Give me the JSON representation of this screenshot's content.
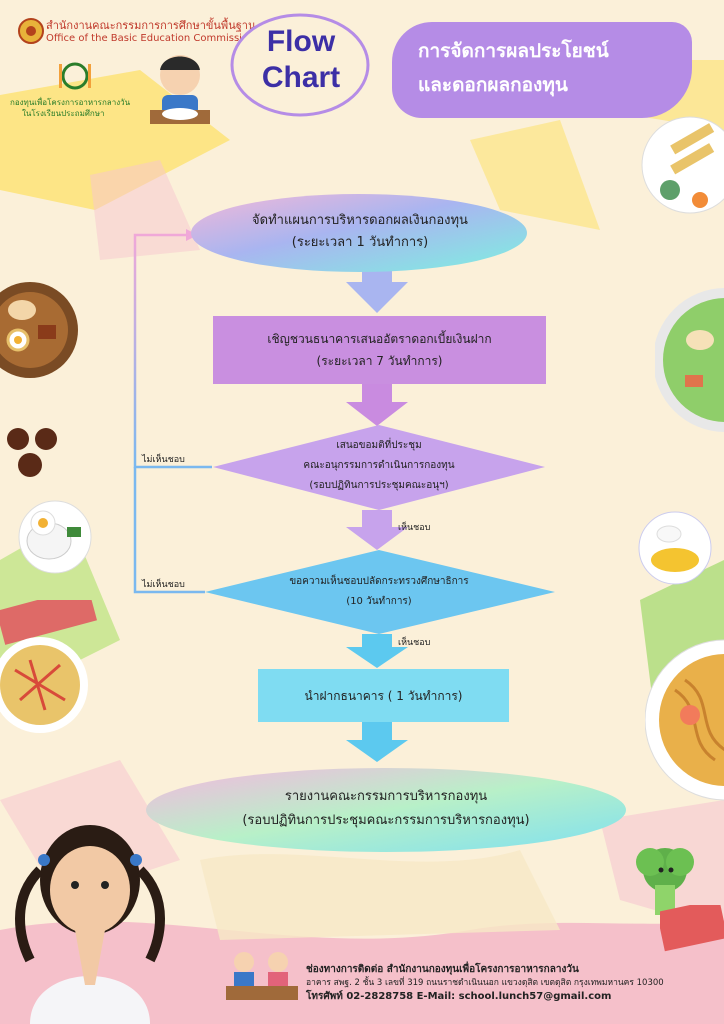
{
  "header": {
    "org_thai": "สำนักงานคณะกรรมการการศึกษาขั้นพื้นฐาน",
    "org_en": "Office of the Basic Education Commission",
    "fund_line1": "กองทุนเพื่อโครงการอาหารกลางวัน",
    "fund_line2": "ในโรงเรียนประถมศึกษา",
    "flow_word1": "Flow",
    "flow_word2": "Chart",
    "title_line1": "การจัดการผลประโยชน์",
    "title_line2": "และดอกผลกองทุน"
  },
  "flow": {
    "step1_line1": "จัดทำแผนการบริหารดอกผลเงินกองทุน",
    "step1_line2": "(ระยะเวลา 1 วันทำการ)",
    "step2_line1": "เชิญชวนธนาคารเสนออัตราดอกเบี้ยเงินฝาก",
    "step2_line2": "(ระยะเวลา 7 วันทำการ)",
    "decision1_line1": "เสนอขอมติที่ประชุม",
    "decision1_line2": "คณะอนุกรรมการดำเนินการกองทุน",
    "decision1_line3": "(รอบปฏิทินการประชุมคณะอนุฯ)",
    "decision2_line1": "ขอความเห็นชอบปลัดกระทรวงศึกษาธิการ",
    "decision2_line2": "(10 วันทำการ)",
    "step3": "นำฝากธนาคาร ( 1 วันทำการ)",
    "step4_line1": "รายงานคณะกรรมการบริหารกองทุน",
    "step4_line2": "(รอบปฏิทินการประชุมคณะกรรมการบริหารกองทุน)",
    "label_disagree1": "ไม่เห็นชอบ",
    "label_disagree2": "ไม่เห็นชอบ",
    "label_agree1": "เห็นชอบ",
    "label_agree2": "เห็นชอบ"
  },
  "footer": {
    "line1": "ช่องทางการติดต่อ สำนักงานกองทุนเพื่อโครงการอาหารกลางวัน",
    "line2": "อาคาร สพฐ. 2 ชั้น 3 เลขที่ 319 ถนนราชดำเนินนอก แขวงดุสิต เขตดุสิต กรุงเทพมหานคร 10300",
    "line3": "โทรศัพท์ 02-2828758  E-Mail: school.lunch57@gmail.com"
  },
  "colors": {
    "background": "#fbf0d9",
    "purple_box": "#c98fe0",
    "lilac_diamond": "#c7a3ec",
    "blue_diamond": "#6cc6f0",
    "cyan_box": "#7fdcf2",
    "arrow_blue": "#a9b5f0",
    "arrow_purple": "#c98be0",
    "arrow_cyan": "#5cc9ef",
    "title_blob": "#b58ce6",
    "flowchart_text": "#3c2fa6"
  }
}
